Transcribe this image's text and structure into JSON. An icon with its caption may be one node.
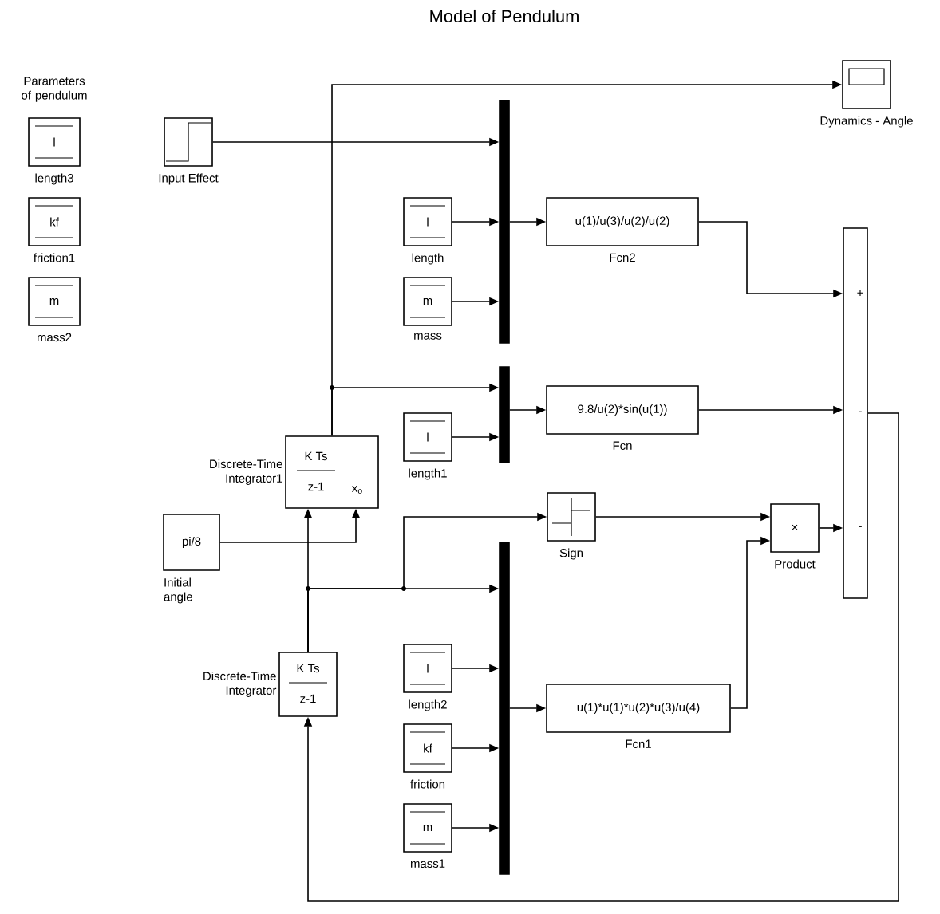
{
  "diagram": {
    "title": "Model of Pendulum",
    "nodes": [
      {
        "text": [
          "l"
        ],
        "beside": [
          "length3"
        ]
      },
      {
        "text": [
          "kf"
        ],
        "beside": [
          "friction1"
        ]
      },
      {
        "text": [
          "m"
        ],
        "beside": [
          "mass2"
        ]
      },
      {
        "text": [],
        "shape": "box",
        "beside": [
          "Input Effect"
        ]
      },
      {
        "text": [],
        "shape": "bar"
      },
      {
        "text": [
          "l"
        ],
        "beside": [
          "length"
        ]
      },
      {
        "text": [
          "m"
        ],
        "beside": [
          "mass"
        ]
      },
      {
        "text": [
          "u(1)/u(3)/u(2)/u(2)"
        ],
        "beside": [
          "Fcn2"
        ]
      },
      {
        "text": [],
        "shape": "box",
        "beside": [
          "Dynamics - Angle"
        ]
      },
      {
        "text": [],
        "shape": "bar"
      },
      {
        "text": [
          "l"
        ],
        "beside": [
          "length1"
        ]
      },
      {
        "text": [
          "9.8/u(2)*sin(u(1))"
        ],
        "beside": [
          "Fcn"
        ]
      },
      {
        "text": [],
        "shape": "box"
      },
      {
        "text": [
          "K Ts",
          "z-1",
          "x$_{o}$"
        ],
        "beside": [
          "Discrete-Time Integrator1"
        ]
      },
      {
        "text": [
          "pi/8"
        ],
        "beside": [
          "Initial angle"
        ]
      },
      {
        "text": [],
        "shape": "box",
        "beside": [
          "Sign"
        ]
      },
      {
        "text": [
          "×"
        ],
        "beside": [
          "Product"
        ]
      },
      {
        "text": [],
        "shape": "bar"
      },
      {
        "text": [
          "K Ts",
          "z-1"
        ],
        "beside": [
          "Discrete-Time Integrator"
        ]
      },
      {
        "text": [
          "l"
        ],
        "beside": [
          "length2"
        ]
      },
      {
        "text": [
          "kf"
        ],
        "beside": [
          "friction"
        ]
      },
      {
        "text": [
          "m"
        ],
        "beside": [
          "mass1"
        ]
      },
      {
        "text": [
          "u(1)*u(1)*u(2)*u(3)/u(4)"
        ],
        "beside": [
          "Fcn1"
        ]
      }
    ],
    "edges": [
      {
        "from": 3,
        "to": 4,
        "arrow": "to"
      },
      {
        "from": 13,
        "to": 8,
        "arrow": "to"
      },
      {
        "from": 13,
        "to": 9,
        "arrow": "to"
      },
      {
        "from": 5,
        "to": 4,
        "arrow": "to"
      },
      {
        "from": 6,
        "to": 4,
        "arrow": "to"
      },
      {
        "from": 4,
        "to": 7,
        "arrow": "to"
      },
      {
        "from": 7,
        "to": 12,
        "arrow": "to"
      },
      {
        "from": 10,
        "to": 9,
        "arrow": "to"
      },
      {
        "from": 9,
        "to": 11,
        "arrow": "to"
      },
      {
        "from": 11,
        "to": 12,
        "arrow": "to"
      },
      {
        "from": 12,
        "to": 18,
        "arrow": "to"
      },
      {
        "from": 18,
        "to": 13,
        "arrow": "to"
      },
      {
        "from": 18,
        "to": 17,
        "arrow": "to"
      },
      {
        "from": 18,
        "to": 15,
        "arrow": "to"
      },
      {
        "from": 14,
        "to": 13,
        "arrow": "to"
      },
      {
        "from": 15,
        "to": 16,
        "arrow": "to"
      },
      {
        "from": 22,
        "to": 16,
        "arrow": "to"
      },
      {
        "from": 16,
        "to": 12,
        "arrow": "to"
      },
      {
        "from": 19,
        "to": 17,
        "arrow": "to"
      },
      {
        "from": 20,
        "to": 17,
        "arrow": "to"
      },
      {
        "from": 21,
        "to": 17,
        "arrow": "to"
      },
      {
        "from": 17,
        "to": 22,
        "arrow": "to"
      }
    ],
    "labels": [
      "Parameters of pendulum",
      "+",
      "-",
      "-"
    ]
  }
}
